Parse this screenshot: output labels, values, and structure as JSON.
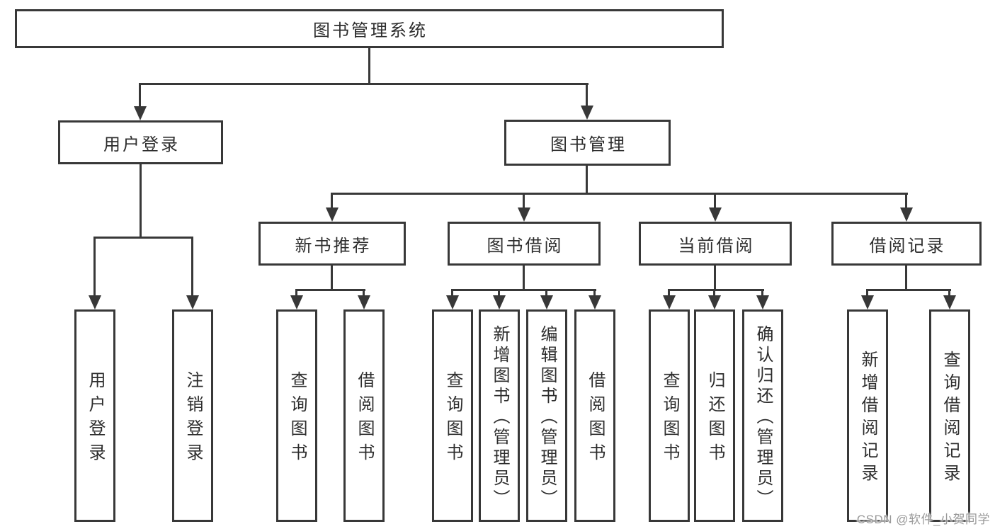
{
  "nodes": {
    "root": {
      "label": "图书管理系统"
    },
    "user_login": {
      "label": "用户登录"
    },
    "book_mgmt": {
      "label": "图书管理"
    },
    "new_book_rec": {
      "label": "新书推荐"
    },
    "book_borrow": {
      "label": "图书借阅"
    },
    "current_borrow": {
      "label": "当前借阅"
    },
    "borrow_record": {
      "label": "借阅记录"
    },
    "leaf_user_login": {
      "label": "用户登录"
    },
    "leaf_logout": {
      "label": "注销登录"
    },
    "leaf_query_book_rec": {
      "label": "查询图书"
    },
    "leaf_borrow_book_rec": {
      "label": "借阅图书"
    },
    "leaf_query_book_borrow": {
      "label": "查询图书"
    },
    "leaf_add_book": {
      "label": "新增图书（管理员）"
    },
    "leaf_edit_book": {
      "label": "编辑图书（管理员）"
    },
    "leaf_borrow_book_borrow": {
      "label": "借阅图书"
    },
    "leaf_query_book_current": {
      "label": "查询图书"
    },
    "leaf_return_book": {
      "label": "归还图书"
    },
    "leaf_confirm_return": {
      "label": "确认归还（管理员）"
    },
    "leaf_add_borrow_record": {
      "label": "新增借阅记录"
    },
    "leaf_query_borrow_record": {
      "label": "查询借阅记录"
    }
  },
  "watermark": {
    "text": "CSDN @软件_小贺同学"
  },
  "colors": {
    "line": "#383838",
    "text": "#2d2d2d",
    "watermark": "#999999",
    "background": "#ffffff"
  }
}
